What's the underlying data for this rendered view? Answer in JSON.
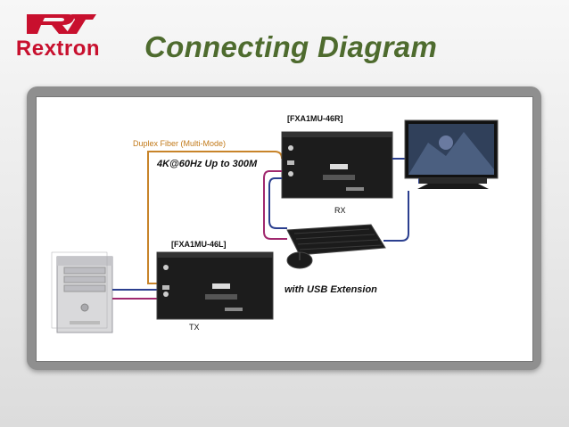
{
  "brand": {
    "name": "Rextron"
  },
  "slide": {
    "title": "Connecting Diagram"
  },
  "diagram": {
    "rx_model": "[FXA1MU-46R]",
    "tx_model": "[FXA1MU-46L]",
    "fiber_label": "Duplex Fiber (Multi-Mode)",
    "spec_label": "4K@60Hz Up to 300M",
    "rx_label": "RX",
    "tx_label": "TX",
    "usb_label": "with USB Extension"
  },
  "colors": {
    "brand_red": "#c8102e",
    "title_green": "#4e6b2e",
    "fiber_orange": "#c8842a",
    "hdmi_blue": "#2b3f8f",
    "usb_magenta": "#a0286e"
  }
}
